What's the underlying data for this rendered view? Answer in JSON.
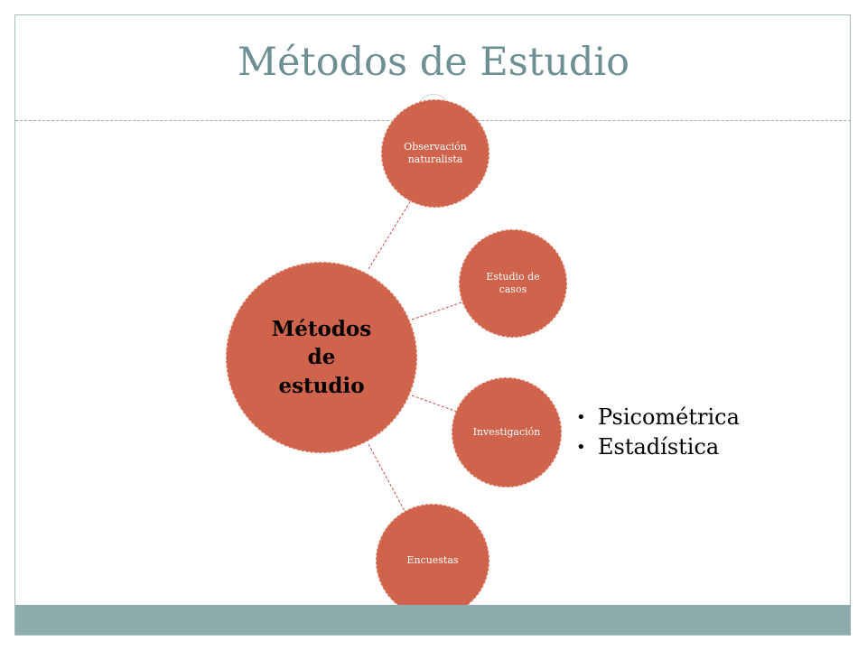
{
  "slide": {
    "title": "Métodos de Estudio"
  },
  "diagram": {
    "center": {
      "label": "Métodos de estudio"
    },
    "nodes": [
      {
        "id": "observacion",
        "label": "Observación naturalista"
      },
      {
        "id": "casos",
        "label": "Estudio de casos"
      },
      {
        "id": "investigacion",
        "label": "Investigación"
      },
      {
        "id": "encuestas",
        "label": "Encuestas"
      }
    ],
    "colors": {
      "node_fill": "#d0634b",
      "link": "#c0504d",
      "title": "#6e9094",
      "band": "#8dacac"
    }
  },
  "bullets": [
    "Psicométrica",
    "Estadística"
  ]
}
